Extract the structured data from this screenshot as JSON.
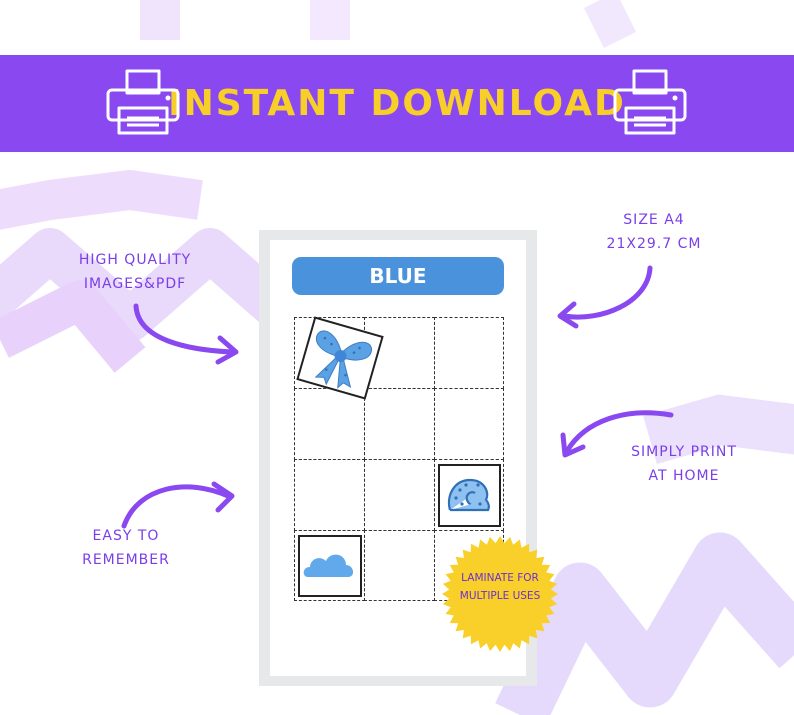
{
  "banner": {
    "title": "INSTANT DOWNLOAD",
    "left_icon": "printer-icon",
    "right_icon": "printer-icon"
  },
  "callouts": {
    "quality": {
      "line1": "HIGH QUALITY",
      "line2": "IMAGES&PDF"
    },
    "size": {
      "line1": "SIZE A4",
      "line2": "21X29.7 CM"
    },
    "print": {
      "line1": "SIMPLY PRINT",
      "line2": "AT HOME"
    },
    "remember": {
      "line1": "EASY TO",
      "line2": "REMEMBER"
    }
  },
  "worksheet": {
    "title": "BLUE",
    "stickers": [
      "bow-icon",
      "seashell-icon",
      "cloud-icon"
    ]
  },
  "seal": {
    "line1": "LAMINATE FOR",
    "line2": "MULTIPLE USES"
  },
  "colors": {
    "banner": "#8a48f0",
    "banner_text": "#f8cf28",
    "label_text": "#7a3fe8",
    "title_bar": "#4a93dc",
    "seal": "#f9d02a",
    "icons": "#5aa2e4"
  }
}
